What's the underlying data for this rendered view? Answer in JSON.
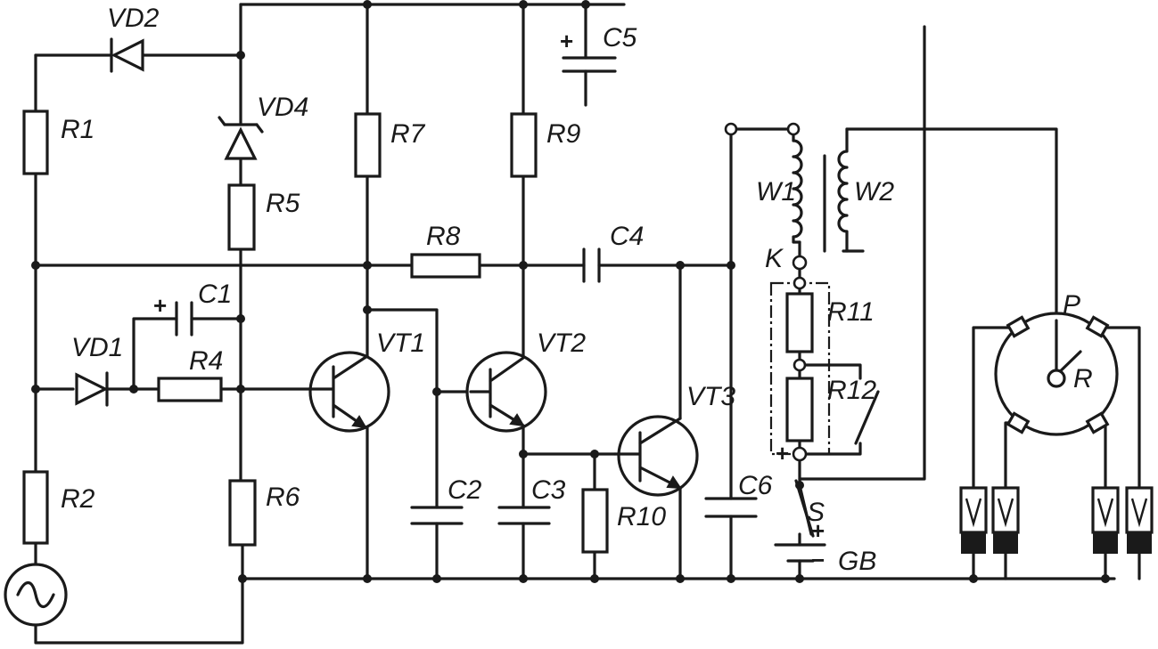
{
  "labels": {
    "VD2": "VD2",
    "R1": "R1",
    "VD4": "VD4",
    "R7": "R7",
    "R9": "R9",
    "C5": "C5",
    "W1": "W1",
    "W2": "W2",
    "R5": "R5",
    "R8": "R8",
    "C4": "C4",
    "K": "K",
    "C1": "C1",
    "R11": "R11",
    "VD1": "VD1",
    "R4": "R4",
    "VT1": "VT1",
    "VT2": "VT2",
    "VT3": "VT3",
    "R12": "R12",
    "P": "P",
    "R": "R",
    "R2": "R2",
    "R6": "R6",
    "C2": "C2",
    "C3": "C3",
    "R10": "R10",
    "C6": "C6",
    "S": "S",
    "GB": "GB"
  },
  "signs": {
    "plus": "+",
    "minus": "−"
  }
}
